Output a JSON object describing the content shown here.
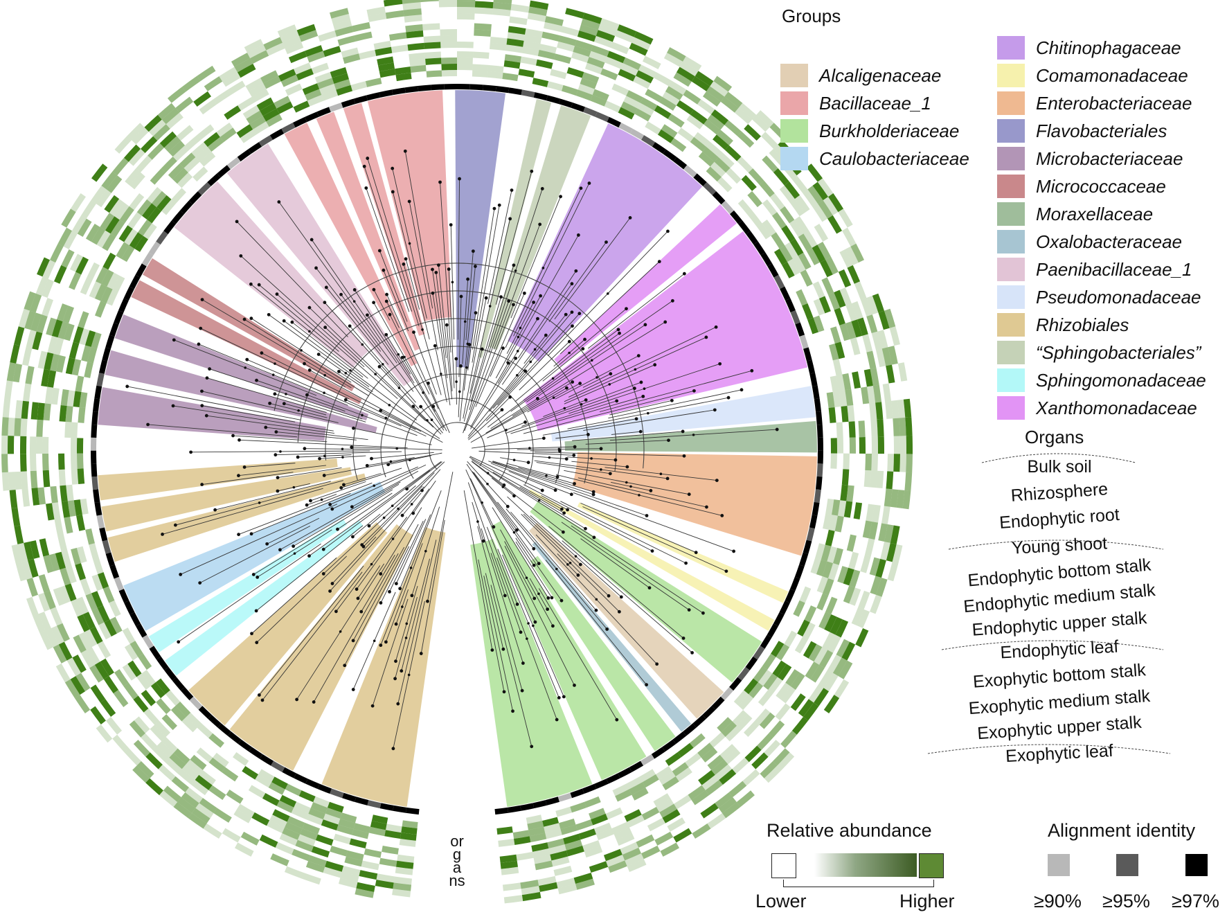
{
  "groups_legend": {
    "title": "Groups",
    "items": [
      {
        "label": "Alcaligenaceae",
        "color": "#e2cfb4"
      },
      {
        "label": "Bacillaceae_1",
        "color": "#eaa6a9"
      },
      {
        "label": "Burkholderiaceae",
        "color": "#b2e39d"
      },
      {
        "label": "Caulobacteriaceae",
        "color": "#b4d8f1"
      },
      {
        "label": "Chitinophagaceae",
        "color": "#c59bea"
      },
      {
        "label": "Comamonadaceae",
        "color": "#f6f1ad"
      },
      {
        "label": "Enterobacteriaceae",
        "color": "#efb991"
      },
      {
        "label": "Flavobacteriales",
        "color": "#9898cb"
      },
      {
        "label": "Microbacteriaceae",
        "color": "#b295b6"
      },
      {
        "label": "Micrococcaceae",
        "color": "#c9888b"
      },
      {
        "label": "Moraxellaceae",
        "color": "#9fbd9b"
      },
      {
        "label": "Oxalobacteraceae",
        "color": "#a7c5d2"
      },
      {
        "label": "Paenibacillaceae_1",
        "color": "#e2c4d6"
      },
      {
        "label": "Pseudomonadaceae",
        "color": "#d7e4f9"
      },
      {
        "label": "Rhizobiales",
        "color": "#dfc993"
      },
      {
        "label": "“Sphingobacteriales”",
        "color": "#c5d2b7"
      },
      {
        "label": "Sphingomonadaceae",
        "color": "#b3f8f8"
      },
      {
        "label": "Xanthomonadaceae",
        "color": "#e294f5"
      }
    ]
  },
  "organs_legend": {
    "title": "Organs",
    "items": [
      "Bulk soil",
      "Rhizosphere",
      "Endophytic root",
      "Young shoot",
      "Endophytic bottom stalk",
      "Endophytic medium stalk",
      "Endophytic upper stalk",
      "Endophytic leaf",
      "Exophytic bottom stalk",
      "Exophytic medium stalk",
      "Exophytic upper stalk",
      "Exophytic leaf"
    ]
  },
  "abundance_legend": {
    "title": "Relative abundance",
    "low_label": "Lower",
    "high_label": "Higher",
    "low_color": "#ffffff",
    "high_color": "#4d7a1c"
  },
  "identity_legend": {
    "title": "Alignment identity",
    "items": [
      {
        "label": "≥90%",
        "color": "#b8b8b8"
      },
      {
        "label": "≥95%",
        "color": "#5a5a5a"
      },
      {
        "label": "≥97%",
        "color": "#000000"
      }
    ]
  },
  "ring_label": "organs",
  "tree": {
    "heatmap_color": "#3f7f17",
    "sectors": [
      {
        "group": "Rhizobiales"
      },
      {
        "group": "Rhizobiales"
      },
      {
        "group": "Rhizobiales"
      },
      {
        "group": "Sphingomonadaceae"
      },
      {
        "group": "Sphingomonadaceae"
      },
      {
        "group": "Caulobacteriaceae"
      },
      {
        "group": "Rhizobiales"
      },
      {
        "group": "Rhizobiales"
      },
      {
        "group": "Rhizobiales"
      },
      {
        "group": "Microbacteriaceae"
      },
      {
        "group": "Microbacteriaceae"
      },
      {
        "group": "Microbacteriaceae"
      },
      {
        "group": "Micrococcaceae"
      },
      {
        "group": "Micrococcaceae"
      },
      {
        "group": "Paenibacillaceae_1"
      },
      {
        "group": "Paenibacillaceae_1"
      },
      {
        "group": "Bacillaceae_1"
      },
      {
        "group": "Bacillaceae_1"
      },
      {
        "group": "Bacillaceae_1"
      },
      {
        "group": "Bacillaceae_1"
      },
      {
        "group": "Flavobacteriales"
      },
      {
        "group": "“Sphingobacteriales”"
      },
      {
        "group": "“Sphingobacteriales”"
      },
      {
        "group": "Chitinophagaceae"
      },
      {
        "group": "Xanthomonadaceae"
      },
      {
        "group": "Xanthomonadaceae"
      },
      {
        "group": "Pseudomonadaceae"
      },
      {
        "group": "Moraxellaceae"
      },
      {
        "group": "Enterobacteriaceae"
      },
      {
        "group": "Comamonadaceae"
      },
      {
        "group": "Comamonadaceae"
      },
      {
        "group": "Burkholderiaceae"
      },
      {
        "group": "Alcaligenaceae"
      },
      {
        "group": "Oxalobacteraceae"
      },
      {
        "group": "Burkholderiaceae"
      },
      {
        "group": "Burkholderiaceae"
      },
      {
        "group": "Burkholderiaceae"
      }
    ]
  }
}
